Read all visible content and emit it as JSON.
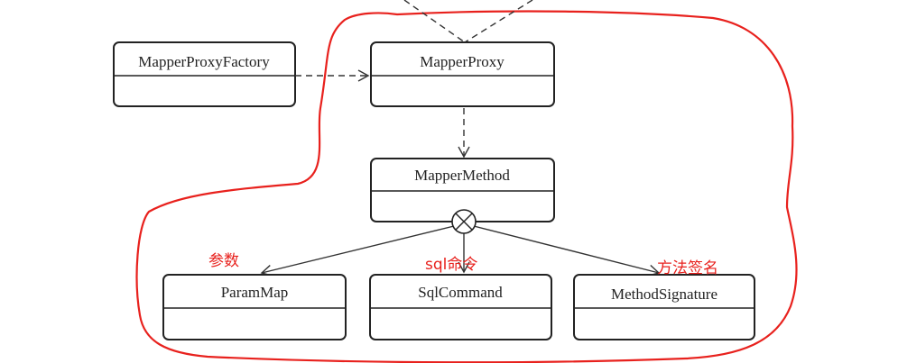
{
  "classes": {
    "mapper_proxy_factory": "MapperProxyFactory",
    "mapper_proxy": "MapperProxy",
    "mapper_method": "MapperMethod",
    "param_map": "ParamMap",
    "sql_command": "SqlCommand",
    "method_signature": "MethodSignature"
  },
  "annotations": {
    "param_map_note": "参数",
    "sql_command_note": "sql命令",
    "method_signature_note": "方法签名"
  },
  "colors": {
    "annotation": "#e8211d",
    "line": "#222222"
  }
}
